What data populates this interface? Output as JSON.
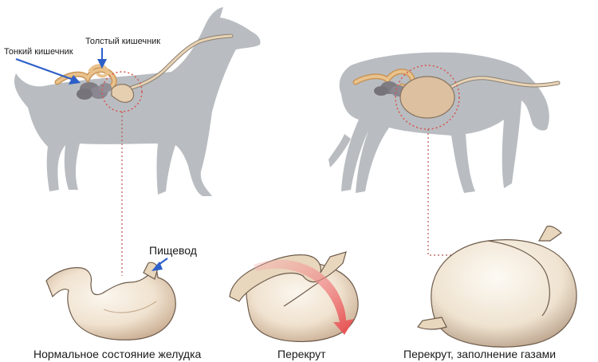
{
  "labels": {
    "large_intestine": "Толстый кишечник",
    "small_intestine": "Тонкий кишечник",
    "esophagus": "Пищевод"
  },
  "captions": {
    "normal": "Нормальное состояние желудка",
    "torsion": "Перекрут",
    "torsion_gas": "Перекрут, заполнение газами"
  },
  "colors": {
    "dog_silhouette": "#b9bdc1",
    "stomach": "#f2e7d6",
    "stomach_outline": "#6e5c4c",
    "intestine_light": "#e2b87e",
    "intestine_dark": "#7f7c82",
    "arrow_blue": "#2d5fc8",
    "highlight_red": "#d9534f",
    "torsion_arrow": "#e8474a"
  }
}
